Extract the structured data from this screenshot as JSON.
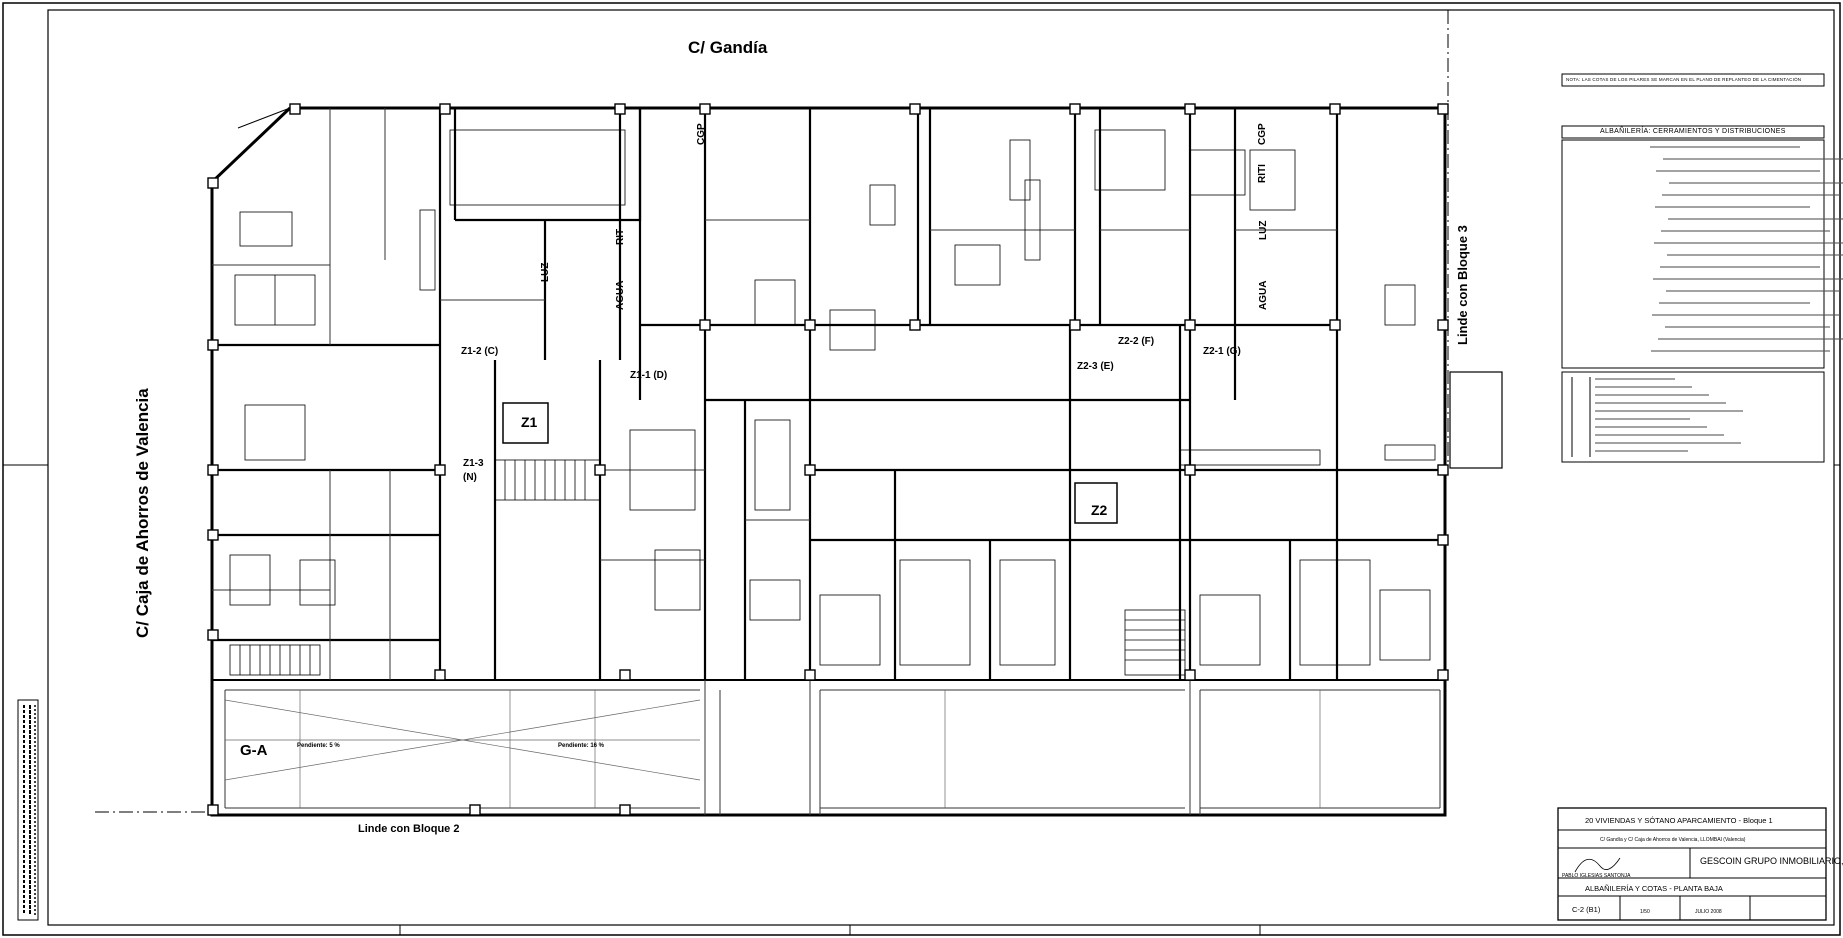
{
  "streets": {
    "top": "C/ Gandía",
    "left": "C/ Caja de Ahorros de Valencia",
    "bottom": "Linde con Bloque 2",
    "right": "Linde con Bloque 3"
  },
  "zones": {
    "z1_2": "Z1-2 (C)",
    "z1_1": "Z1-1 (D)",
    "z1_3a": "Z1-3",
    "z1_3b": "(N)",
    "z2_3": "Z2-3 (E)",
    "z2_2": "Z2-2 (F)",
    "z2_1": "Z2-1 (G)",
    "z1": "Z1",
    "z2": "Z2"
  },
  "utilities": {
    "cgp_a": "CGP",
    "rit_a": "RIT",
    "luz_a": "LUZ",
    "agua_a": "AGUA",
    "cgp_b": "CGP",
    "rit_b": "RITI",
    "luz_b": "LUZ",
    "agua_b": "AGUA"
  },
  "parking": {
    "zone": "G-A",
    "slope_1": "Pendiente: 5 %",
    "slope_2": "Pendiente: 16 %"
  },
  "legend": {
    "note": "NOTA: LAS COTAS DE LOS PILARES SE MARCAN EN EL PLANO DE REPLANTEO DE LA CIMENTACIÓN",
    "title": "ALBAÑILERÍA: CERRAMIENTOS Y DISTRIBUCIONES"
  },
  "title_block": {
    "project": "20 VIVIENDAS Y SÓTANO APARCAMIENTO - Bloque 1",
    "location": "C/ Gandía y C/ Caja de Ahorros de Valencia, LLOMBAI (Valencia)",
    "client": "GESCOIN GRUPO INMOBILIARIO, S.L.",
    "architect": "PABLO IGLESIAS SANTONJA",
    "drawing": "ALBAÑILERÍA Y COTAS - PLANTA BAJA",
    "number": "C-2 (B1)",
    "scale": "1/50",
    "date": "JULIO 2008"
  }
}
